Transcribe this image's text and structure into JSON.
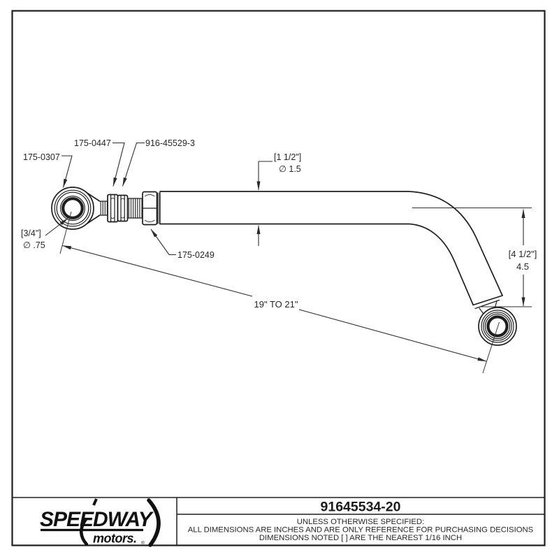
{
  "sheet": {
    "background": "#ffffff",
    "line_color": "#1f1f1f"
  },
  "annotations": {
    "rod_end": "175-0307",
    "jam_nut": "175-0447",
    "assembly": "916-45529-3",
    "adapter": "175-0249",
    "rod_end_bore_fraction": "[3/4\"]",
    "rod_end_bore_decimal": "∅ .75",
    "tube_dia_fraction": "[1 1/2\"]",
    "tube_dia_decimal": "∅ 1.5",
    "drop_fraction": "[4 1/2\"]",
    "drop_decimal": "4.5",
    "length_range": "19\" TO 21\""
  },
  "title_block": {
    "part_number": "91645534-20",
    "note_line1": "UNLESS OTHERWISE SPECIFIED:",
    "note_line2": "ALL DIMENSIONS ARE INCHES AND ARE ONLY REFERENCE FOR PURCHASING DECISIONS",
    "note_line3": "DIMENSIONS NOTED [ ] ARE THE NEAREST 1/16 INCH",
    "logo_primary": "SPEEDWAY",
    "logo_secondary": "motors.",
    "logo_reg": "®"
  }
}
